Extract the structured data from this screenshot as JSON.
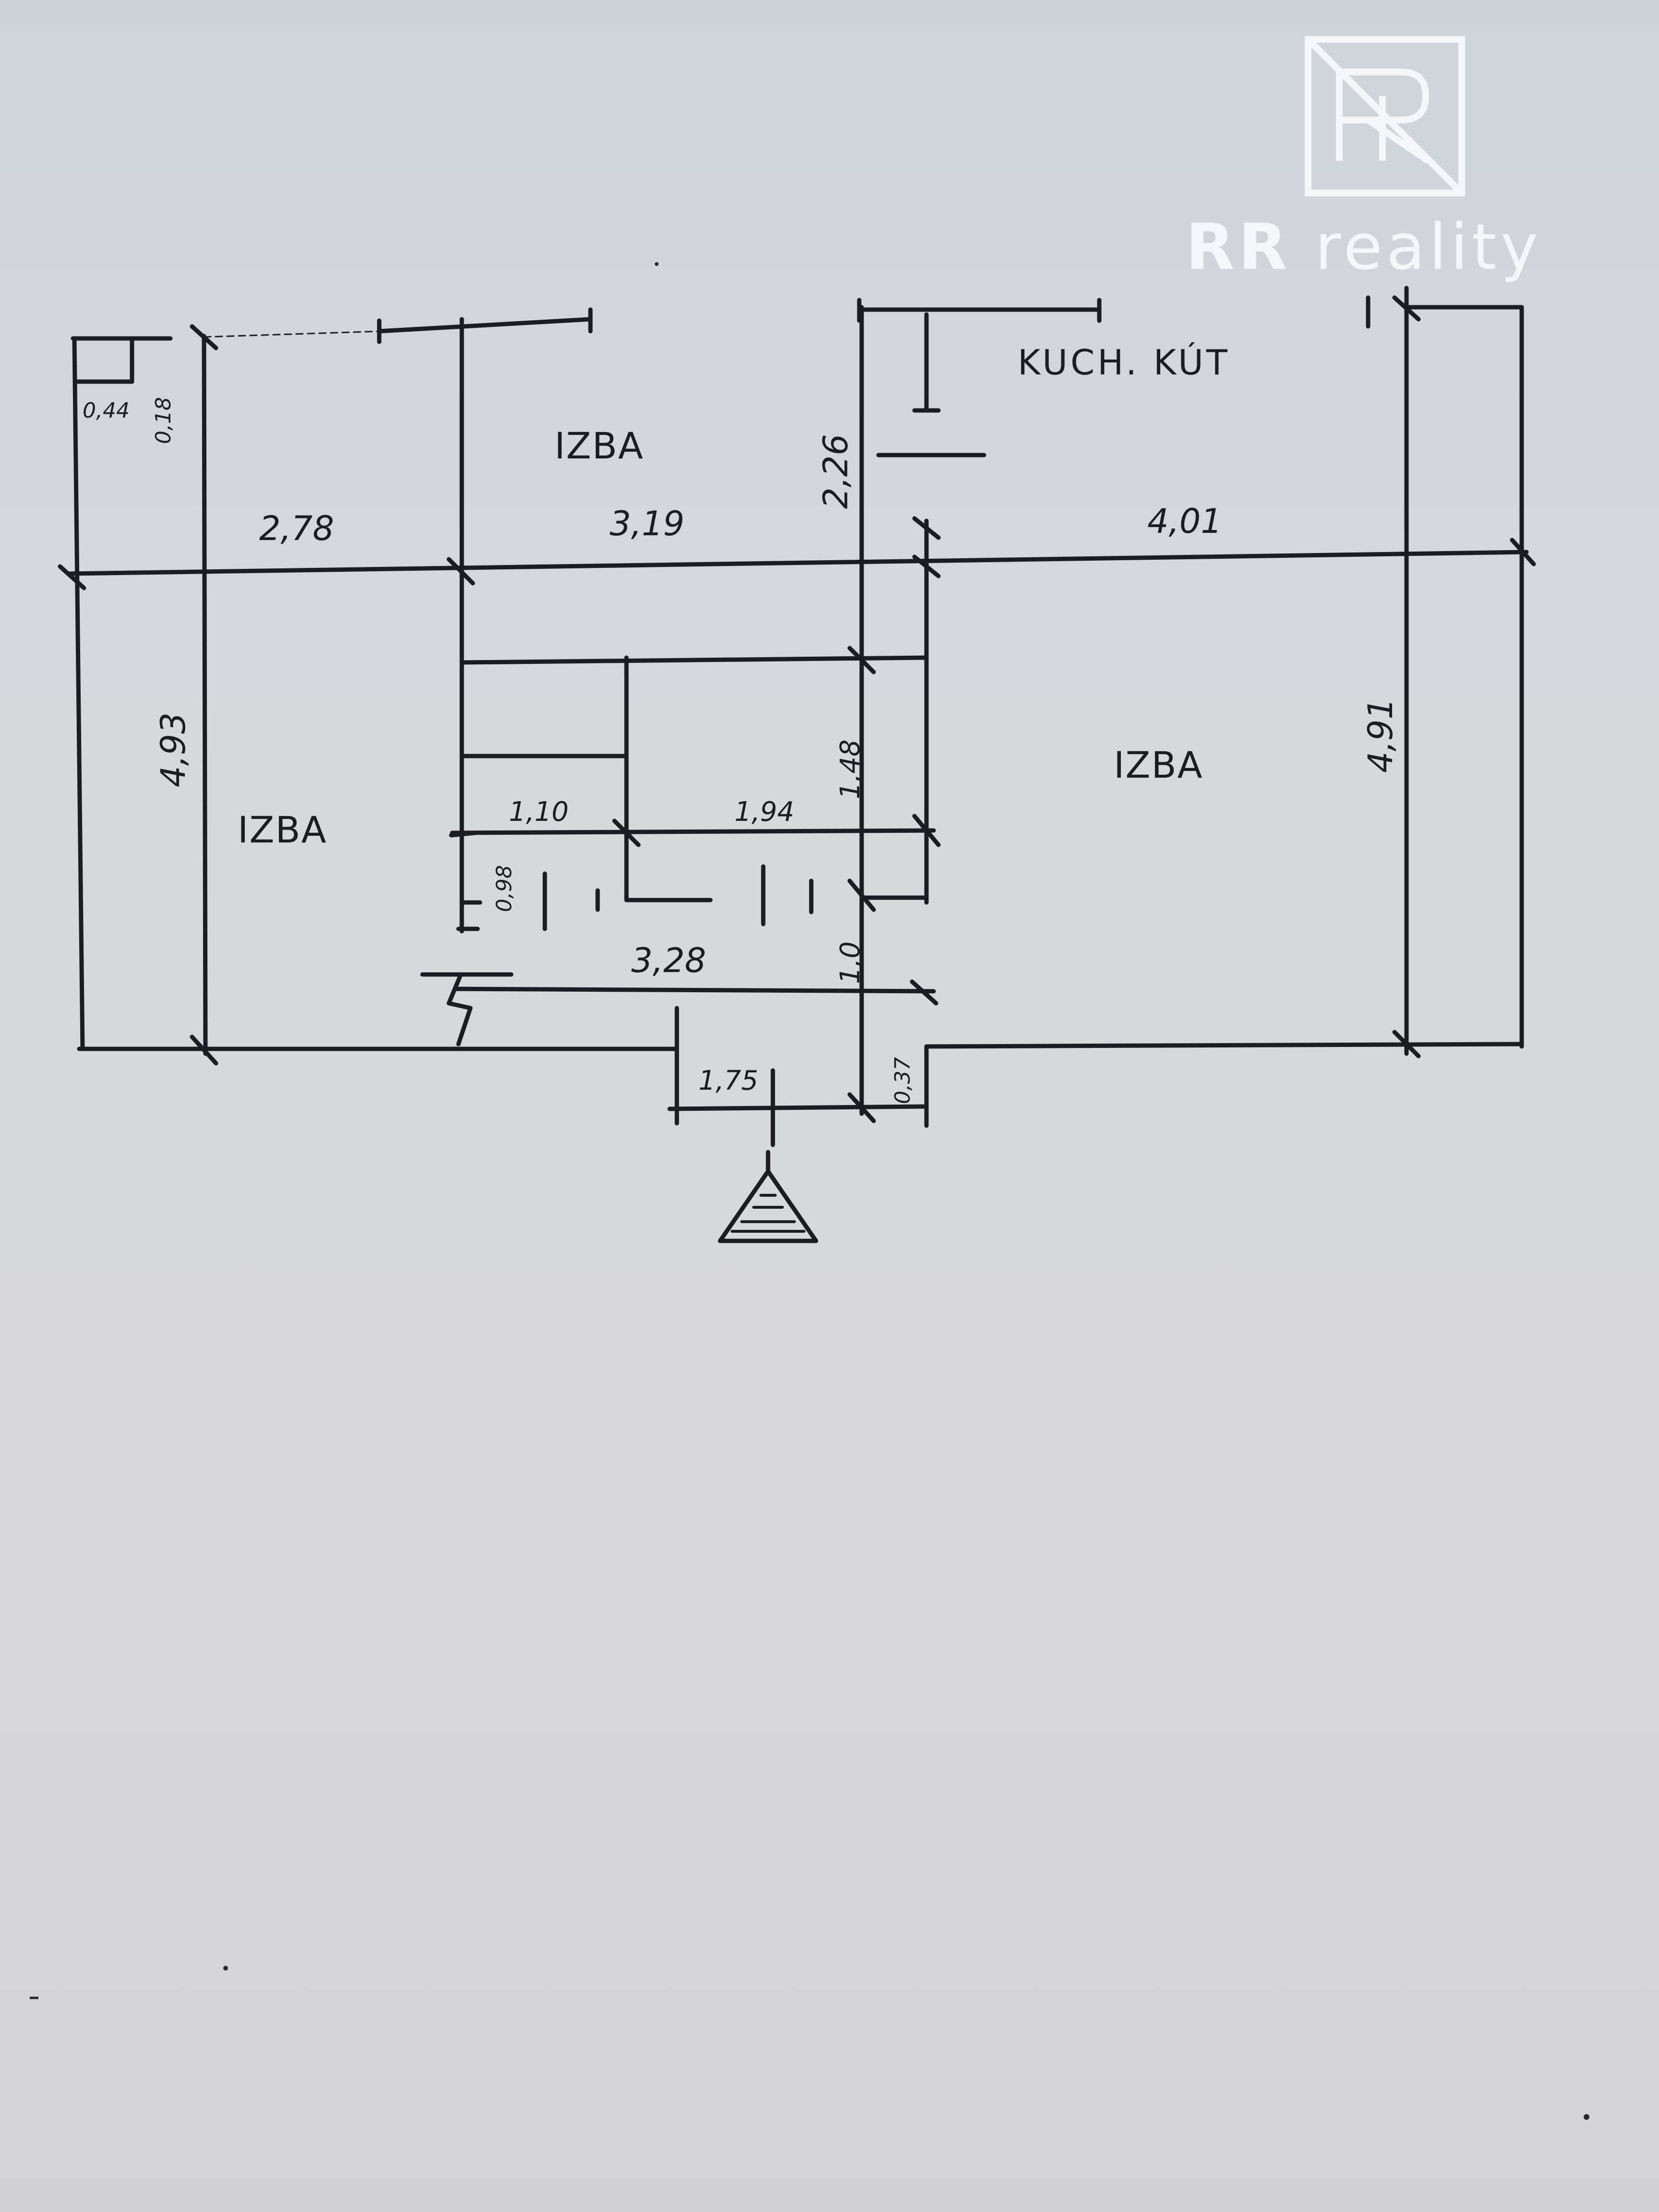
{
  "logo": {
    "brand": "RR reality",
    "mark": "RR"
  },
  "rooms": {
    "room_top_center": "IZBA",
    "room_left": "IZBA",
    "room_right": "IZBA",
    "kitchen": "KUCH. KÚT"
  },
  "dimensions": {
    "d_0_44": "0,44",
    "d_0_18": "0,18",
    "d_2_78": "2,78",
    "d_3_19": "3,19",
    "d_2_26": "2,26",
    "d_4_01": "4,01",
    "d_4_93": "4,93",
    "d_4_91": "4,91",
    "d_1_10": "1,10",
    "d_1_94": "1,94",
    "d_1_48": "1,48",
    "d_0_98": "0,98",
    "d_3_28": "3,28",
    "d_1_0": "1,0",
    "d_1_75": "1,75",
    "d_0_37": "0,37"
  },
  "colors": {
    "paper": "#d6d8dc",
    "ink": "#1c1d22",
    "logo": "#f4f6f9"
  }
}
